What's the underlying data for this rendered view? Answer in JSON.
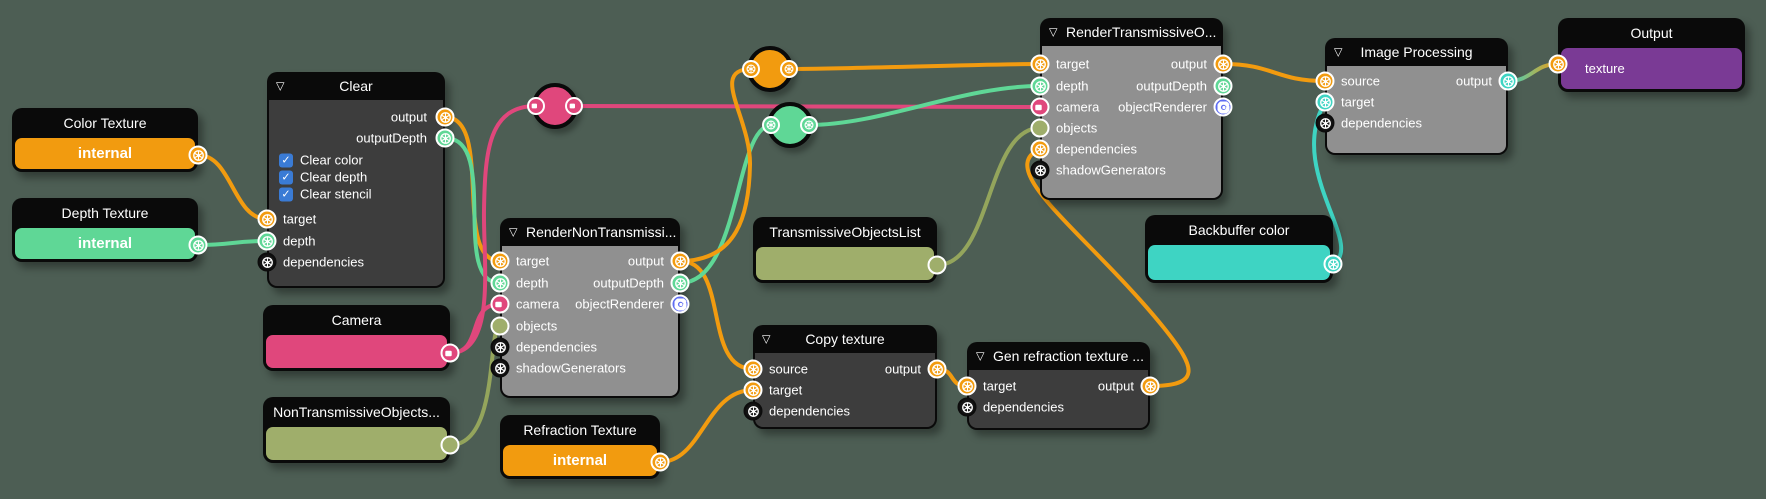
{
  "colors": {
    "background": "#4d5e54",
    "node_header": "#0a0a0a",
    "body_dark": "#3d3d3d",
    "body_light": "#909090",
    "orange": "#f29b0f",
    "green": "#5fd796",
    "pink": "#e0477c",
    "olive_body": "#9fae6b",
    "olive_wire": "#94a55c",
    "teal": "#3ed4c3",
    "purple": "#7a3a95",
    "object_renderer_blue": "#5f6df2",
    "checkbox_blue": "#3a7bd5"
  },
  "icons": {
    "collapse": "▽",
    "check": "✓"
  },
  "nodes": {
    "color_texture": {
      "title": "Color Texture",
      "value": "internal"
    },
    "depth_texture": {
      "title": "Depth Texture",
      "value": "internal"
    },
    "clear": {
      "title": "Clear",
      "outputs": [
        "output",
        "outputDepth"
      ],
      "checkboxes": [
        "Clear color",
        "Clear depth",
        "Clear stencil"
      ],
      "inputs": [
        "target",
        "depth",
        "dependencies"
      ]
    },
    "camera": {
      "title": "Camera"
    },
    "non_transmissive_objects": {
      "title": "NonTransmissiveObjects..."
    },
    "render_non_transmissive": {
      "title": "RenderNonTransmissi...",
      "inputs": [
        "target",
        "depth",
        "camera",
        "objects",
        "dependencies",
        "shadowGenerators"
      ],
      "outputs": [
        "output",
        "outputDepth",
        "objectRenderer"
      ]
    },
    "refraction_texture": {
      "title": "Refraction Texture",
      "value": "internal"
    },
    "transmissive_objects_list": {
      "title": "TransmissiveObjectsList"
    },
    "copy_texture": {
      "title": "Copy texture",
      "inputs": [
        "source",
        "target",
        "dependencies"
      ],
      "outputs": [
        "output"
      ]
    },
    "gen_refraction": {
      "title": "Gen refraction texture ...",
      "inputs": [
        "target",
        "dependencies"
      ],
      "outputs": [
        "output"
      ]
    },
    "render_transmissive": {
      "title": "RenderTransmissiveO...",
      "inputs": [
        "target",
        "depth",
        "camera",
        "objects",
        "dependencies",
        "shadowGenerators"
      ],
      "outputs": [
        "output",
        "outputDepth",
        "objectRenderer"
      ]
    },
    "image_processing": {
      "title": "Image Processing",
      "inputs": [
        "source",
        "target",
        "dependencies"
      ],
      "outputs": [
        "output"
      ]
    },
    "backbuffer": {
      "title": "Backbuffer color"
    },
    "output": {
      "title": "Output",
      "inputs": [
        "texture"
      ]
    }
  },
  "elbows": [
    {
      "name": "camera-reroute",
      "color": "#e0477c",
      "port_icon": "camera"
    },
    {
      "name": "texture-reroute",
      "color": "#f29b0f",
      "port_icon": "wheel"
    },
    {
      "name": "depth-reroute",
      "color": "#5fd796",
      "port_icon": "wheel"
    }
  ],
  "wires": [
    {
      "from": "color-texture.output",
      "to": "clear.target",
      "color": "#f29b0f"
    },
    {
      "from": "depth-texture.output",
      "to": "clear.depth",
      "color": "#5fd796"
    },
    {
      "from": "clear.output",
      "to": "render-non-transmissive.target",
      "color": "#f29b0f"
    },
    {
      "from": "clear.outputDepth",
      "to": "render-non-transmissive.depth",
      "color": "#5fd796"
    },
    {
      "from": "camera.output",
      "to": "render-non-transmissive.camera",
      "color": "#e0477c"
    },
    {
      "from": "camera.output",
      "to": "camera-reroute.in",
      "color": "#e0477c"
    },
    {
      "from": "camera-reroute.out",
      "to": "render-transmissive.camera",
      "color": "#e0477c"
    },
    {
      "from": "non-transmissive-objects.output",
      "to": "render-non-transmissive.objects",
      "color": "#94a55c"
    },
    {
      "from": "render-non-transmissive.output",
      "to": "copy-texture.source",
      "color": "#f29b0f"
    },
    {
      "from": "render-non-transmissive.outputDepth",
      "to": "depth-reroute.in",
      "color": "#5fd796"
    },
    {
      "from": "render-non-transmissive.output",
      "to": "texture-reroute.in",
      "color": "#f29b0f"
    },
    {
      "from": "texture-reroute.out",
      "to": "render-transmissive.target",
      "color": "#f29b0f"
    },
    {
      "from": "depth-reroute.out",
      "to": "render-transmissive.depth",
      "color": "#5fd796"
    },
    {
      "from": "refraction-texture.output",
      "to": "copy-texture.target",
      "color": "#f29b0f"
    },
    {
      "from": "copy-texture.output",
      "to": "gen-refraction.target",
      "color": "#f29b0f"
    },
    {
      "from": "gen-refraction.output",
      "to": "render-transmissive.dependencies",
      "color": "#f29b0f"
    },
    {
      "from": "transmissive-objects-list.output",
      "to": "render-transmissive.objects",
      "color": "#94a55c"
    },
    {
      "from": "render-transmissive.output",
      "to": "image-processing.source",
      "color": "#f29b0f"
    },
    {
      "from": "backbuffer.output",
      "to": "image-processing.target",
      "color": "#3ed4c3"
    },
    {
      "from": "image-processing.output",
      "to": "output.texture",
      "color_from": "#3ed4c3",
      "color_to": "#f29b0f"
    }
  ]
}
